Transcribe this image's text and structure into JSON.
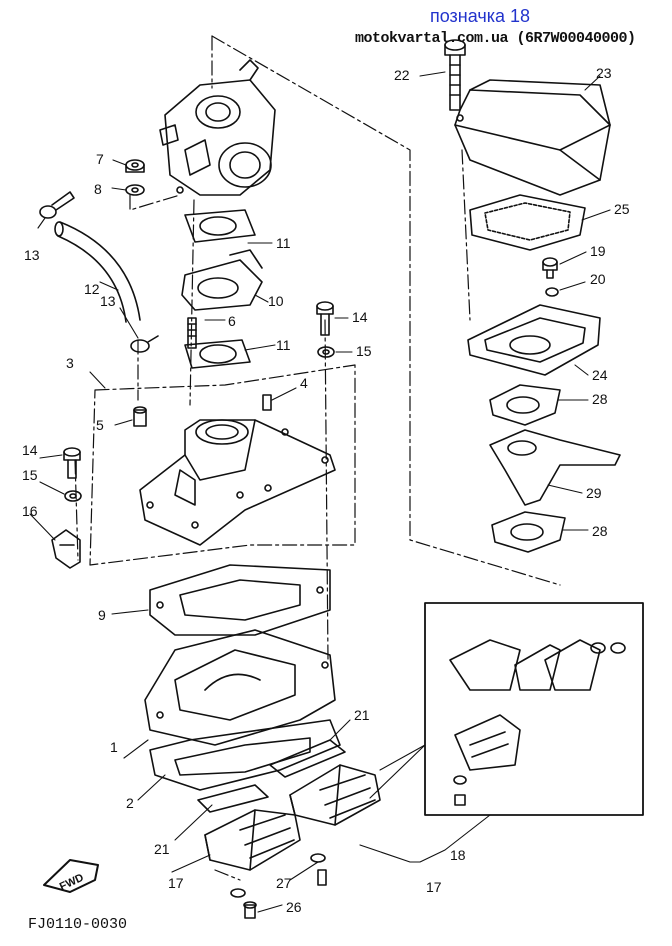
{
  "header": {
    "title": "позначка 18",
    "subtitle": "motokvartal.com.ua (6R7W00040000)"
  },
  "footer_code": "FJ0110-0030",
  "fwd_label": "FWD",
  "callouts": {
    "c1": "1",
    "c2": "2",
    "c3": "3",
    "c4": "4",
    "c5": "5",
    "c6": "6",
    "c7": "7",
    "c8": "8",
    "c9": "9",
    "c10": "10",
    "c11a": "11",
    "c11b": "11",
    "c12": "12",
    "c13a": "13",
    "c13b": "13",
    "c14a": "14",
    "c14b": "14",
    "c15a": "15",
    "c15b": "15",
    "c16": "16",
    "c17a": "17",
    "c17b": "17",
    "c18": "18",
    "c19": "19",
    "c20": "20",
    "c21a": "21",
    "c21b": "21",
    "c22": "22",
    "c23": "23",
    "c24": "24",
    "c25": "25",
    "c26": "26",
    "c27": "27",
    "c28a": "28",
    "c28b": "28",
    "c29": "29"
  },
  "colors": {
    "ink": "#111111",
    "title": "#2233cc"
  }
}
